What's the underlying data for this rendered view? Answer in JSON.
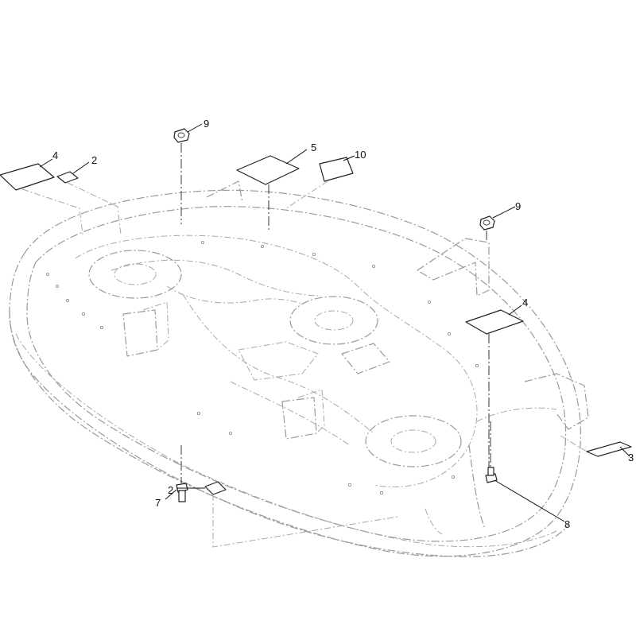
{
  "callouts": [
    {
      "id": "c9a",
      "text": "9"
    },
    {
      "id": "c4a",
      "text": "4"
    },
    {
      "id": "c2a",
      "text": "2"
    },
    {
      "id": "c5",
      "text": "5"
    },
    {
      "id": "c10",
      "text": "10"
    },
    {
      "id": "c9b",
      "text": "9"
    },
    {
      "id": "c4b",
      "text": "4"
    },
    {
      "id": "c3",
      "text": "3"
    },
    {
      "id": "c7",
      "text": "7"
    },
    {
      "id": "c2b",
      "text": "2"
    },
    {
      "id": "c8",
      "text": "8"
    }
  ]
}
